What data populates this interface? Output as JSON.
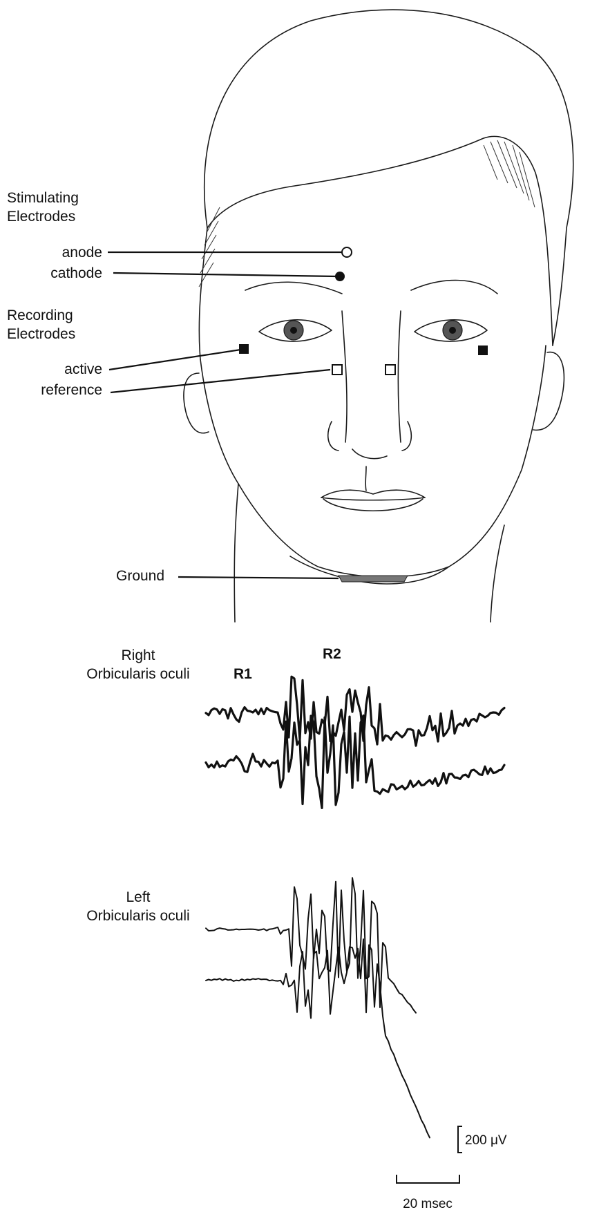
{
  "labels": {
    "stimulating_title_1": "Stimulating",
    "stimulating_title_2": "Electrodes",
    "anode": "anode",
    "cathode": "cathode",
    "recording_title_1": "Recording",
    "recording_title_2": "Electrodes",
    "active": "active",
    "reference": "reference",
    "ground": "Ground"
  },
  "traces": {
    "right_title_1": "Right",
    "right_title_2": "Orbicularis oculi",
    "r1": "R1",
    "r2": "R2",
    "left_title_1": "Left",
    "left_title_2": "Orbicularis oculi"
  },
  "scale_bar": {
    "amplitude": "200 μV",
    "time": "20 msec"
  },
  "colors": {
    "ink": "#111111",
    "background": "#ffffff"
  }
}
